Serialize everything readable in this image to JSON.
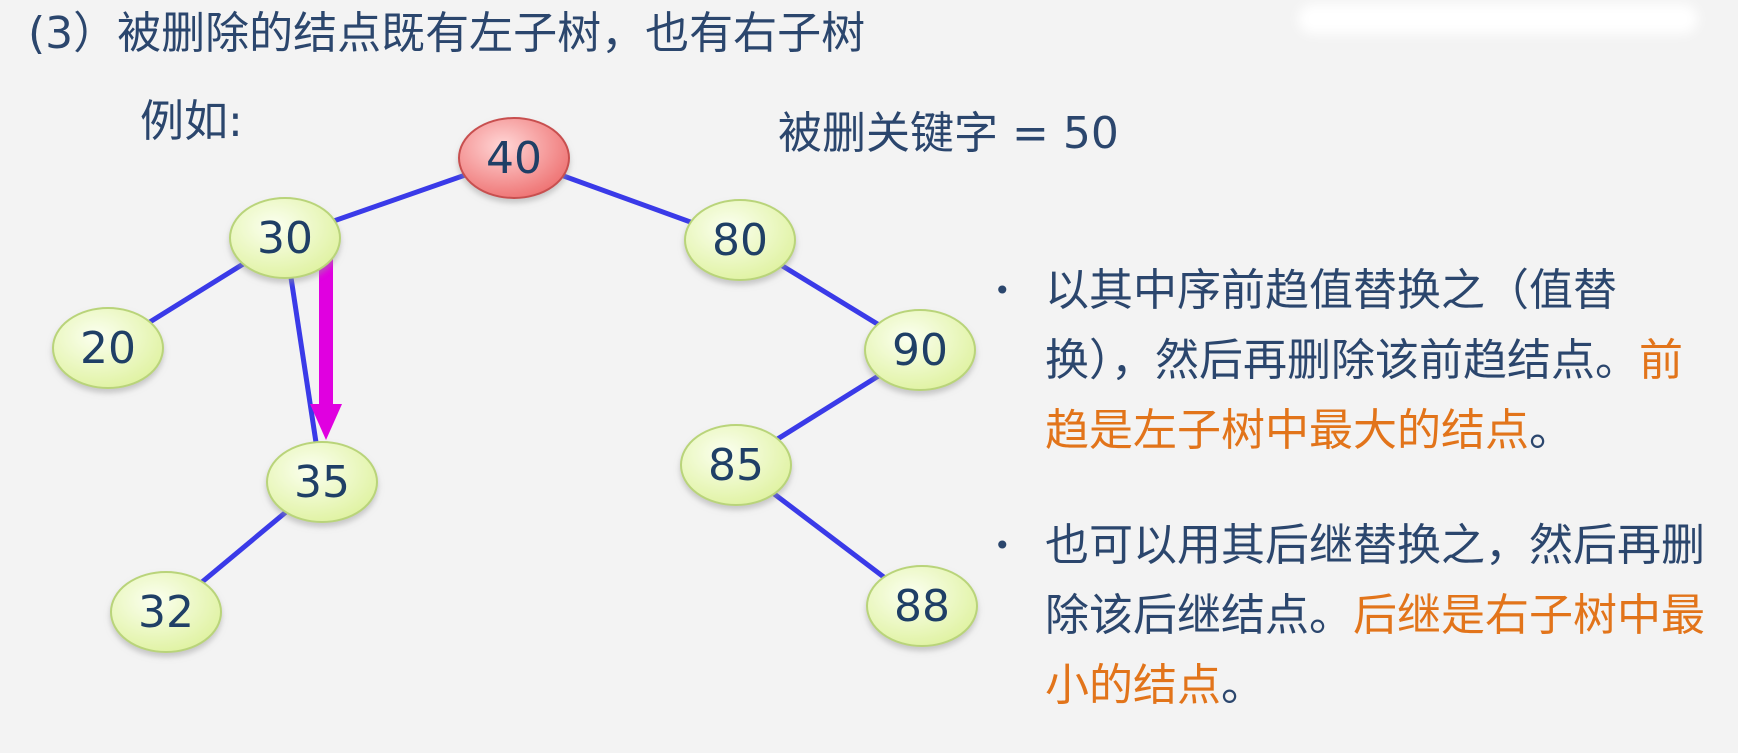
{
  "title": "(3）被删除的结点既有左子树，也有右子树",
  "example_label": "例如:",
  "deleted_key_label": "被删关键字 = 50",
  "tree": {
    "nodes": [
      {
        "id": "n40",
        "label": "40",
        "highlight": true
      },
      {
        "id": "n30",
        "label": "30"
      },
      {
        "id": "n80",
        "label": "80"
      },
      {
        "id": "n20",
        "label": "20"
      },
      {
        "id": "n35",
        "label": "35"
      },
      {
        "id": "n32",
        "label": "32"
      },
      {
        "id": "n90",
        "label": "90"
      },
      {
        "id": "n85",
        "label": "85"
      },
      {
        "id": "n88",
        "label": "88"
      }
    ],
    "edges": [
      [
        "n40",
        "n30"
      ],
      [
        "n40",
        "n80"
      ],
      [
        "n30",
        "n20"
      ],
      [
        "n30",
        "n35"
      ],
      [
        "n35",
        "n32"
      ],
      [
        "n80",
        "n90"
      ],
      [
        "n90",
        "n85"
      ],
      [
        "n85",
        "n88"
      ]
    ],
    "arrow": {
      "from": "n30",
      "to": "n35",
      "color": "#e000e0"
    }
  },
  "colors": {
    "edge": "#3a3ae8",
    "node_fill": "#eaf7b8",
    "node_stroke": "#b9d47a",
    "highlight_fill": "#f28a8a",
    "highlight_stroke": "#c85050",
    "text": "#2b466d",
    "accent": "#e2741a"
  },
  "bullets": [
    {
      "normal": "以其中序前趋值替换之（值替换），然后再删除该前趋结点。",
      "accent": "前趋是左子树中最大的结点",
      "end": "。"
    },
    {
      "normal": "也可以用其后继替换之，然后再删除该后继结点。",
      "accent": "后继是右子树中最小的结点",
      "end": "。"
    }
  ],
  "bullet_glyph": "•"
}
